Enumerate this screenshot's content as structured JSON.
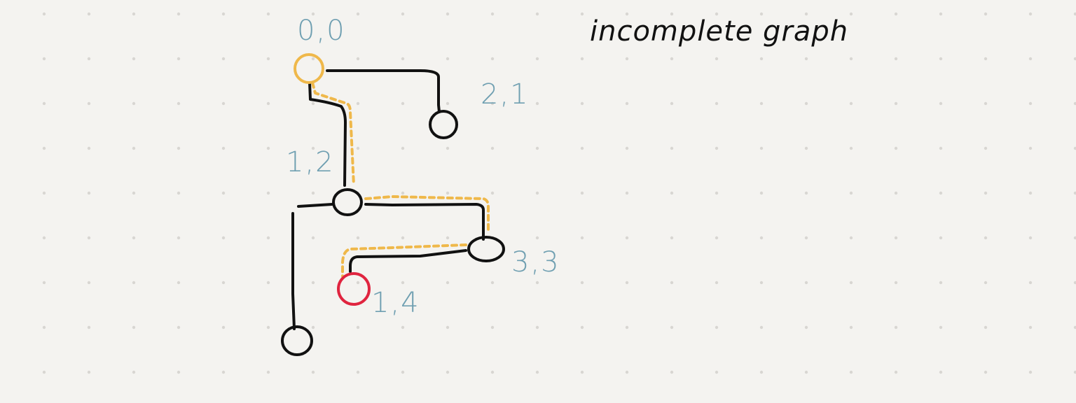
{
  "title": "incomplete graph",
  "colors": {
    "background": "#f4f3f0",
    "dot_grid": "#d8d6d2",
    "edge": "#111111",
    "label": "#6f9fb1",
    "start_node": "#efb84a",
    "target_node": "#e0243f",
    "path": "#efb84a"
  },
  "nodes": [
    {
      "id": "start",
      "label": "0,0",
      "role": "start"
    },
    {
      "id": "n21",
      "label": "2,1",
      "role": "node"
    },
    {
      "id": "n12",
      "label": "1,2",
      "role": "node"
    },
    {
      "id": "n33",
      "label": "3,3",
      "role": "node"
    },
    {
      "id": "n14",
      "label": "1,4",
      "role": "target"
    },
    {
      "id": "nbottom",
      "label": "",
      "role": "node"
    }
  ]
}
